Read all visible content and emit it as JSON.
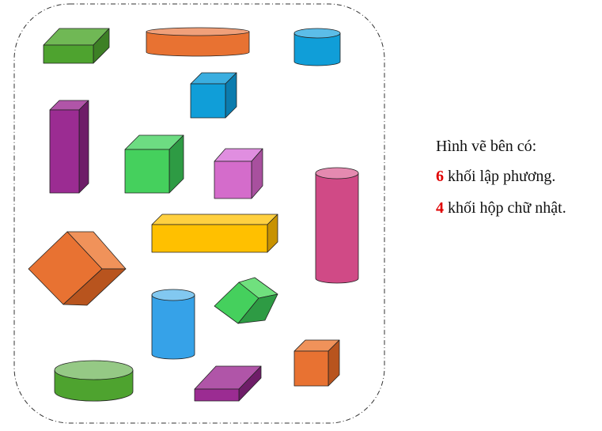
{
  "caption": {
    "intro": "Hình vẽ bên có:",
    "cube_count": "6",
    "cube_label": "khối lập phương.",
    "box_count": "4",
    "box_label": "khối hộp chữ nhật."
  },
  "colors": {
    "highlight": "#e00000"
  }
}
